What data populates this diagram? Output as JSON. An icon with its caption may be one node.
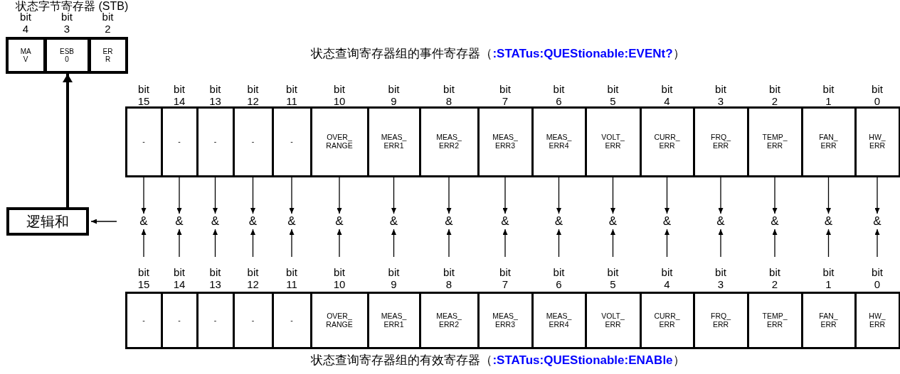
{
  "diagram": {
    "title": "状态字节寄存器 (STB)",
    "nodes": [
      {
        "text": [
          "MA V"
        ],
        "beside": [
          "bit 4"
        ]
      },
      {
        "text": [
          "ESB 0"
        ],
        "beside": [
          "bit 3"
        ]
      },
      {
        "text": [
          "ER R"
        ],
        "beside": [
          "bit 2"
        ]
      },
      {
        "text": [
          "-"
        ],
        "beside": [
          "bit 15"
        ]
      },
      {
        "text": [
          "-"
        ],
        "beside": [
          "bit 14"
        ]
      },
      {
        "text": [
          "-"
        ],
        "beside": [
          "bit 13"
        ]
      },
      {
        "text": [
          "-"
        ],
        "beside": [
          "bit 12"
        ]
      },
      {
        "text": [
          "-"
        ],
        "beside": [
          "bit 11"
        ]
      },
      {
        "text": [
          "OVER_ RANGE"
        ],
        "beside": [
          "bit 10"
        ]
      },
      {
        "text": [
          "MEAS_ ERR1"
        ],
        "beside": [
          "bit 9"
        ]
      },
      {
        "text": [
          "MEAS_ ERR2"
        ],
        "beside": [
          "bit 8"
        ]
      },
      {
        "text": [
          "MEAS_ ERR3"
        ],
        "beside": [
          "bit 7"
        ]
      },
      {
        "text": [
          "MEAS_ ERR4"
        ],
        "beside": [
          "bit 6"
        ]
      },
      {
        "text": [
          "VOLT_ ERR"
        ],
        "beside": [
          "bit 5"
        ]
      },
      {
        "text": [
          "CURR_ ERR"
        ],
        "beside": [
          "bit 4"
        ]
      },
      {
        "text": [
          "FRQ_ ERR"
        ],
        "beside": [
          "bit 3"
        ]
      },
      {
        "text": [
          "TEMP_ ERR"
        ],
        "beside": [
          "bit 2"
        ]
      },
      {
        "text": [
          "FAN_ ERR"
        ],
        "beside": [
          "bit 1"
        ]
      },
      {
        "text": [
          "HW_ ERR"
        ],
        "beside": [
          "bit 0"
        ]
      },
      {
        "text": [
          "逻辑和"
        ]
      },
      {
        "text": [
          "&"
        ]
      },
      {
        "text": [
          "&"
        ]
      },
      {
        "text": [
          "&"
        ]
      },
      {
        "text": [
          "&"
        ]
      },
      {
        "text": [
          "&"
        ]
      },
      {
        "text": [
          "&"
        ]
      },
      {
        "text": [
          "&"
        ]
      },
      {
        "text": [
          "&"
        ]
      },
      {
        "text": [
          "&"
        ]
      },
      {
        "text": [
          "&"
        ]
      },
      {
        "text": [
          "&"
        ]
      },
      {
        "text": [
          "&"
        ]
      },
      {
        "text": [
          "&"
        ]
      },
      {
        "text": [
          "&"
        ]
      },
      {
        "text": [
          "&"
        ]
      },
      {
        "text": [
          "&"
        ]
      },
      {
        "text": [
          "-"
        ],
        "beside": [
          "bit 15"
        ]
      },
      {
        "text": [
          "-"
        ],
        "beside": [
          "bit 14"
        ]
      },
      {
        "text": [
          "-"
        ],
        "beside": [
          "bit 13"
        ]
      },
      {
        "text": [
          "-"
        ],
        "beside": [
          "bit 12"
        ]
      },
      {
        "text": [
          "-"
        ],
        "beside": [
          "bit 11"
        ]
      },
      {
        "text": [
          "OVER_ RANGE"
        ],
        "beside": [
          "bit 10"
        ]
      },
      {
        "text": [
          "MEAS_ ERR1"
        ],
        "beside": [
          "bit 9"
        ]
      },
      {
        "text": [
          "MEAS_ ERR2"
        ],
        "beside": [
          "bit 8"
        ]
      },
      {
        "text": [
          "MEAS_ ERR3"
        ],
        "beside": [
          "bit 7"
        ]
      },
      {
        "text": [
          "MEAS_ ERR4"
        ],
        "beside": [
          "bit 6"
        ]
      },
      {
        "text": [
          "VOLT_ ERR"
        ],
        "beside": [
          "bit 5"
        ]
      },
      {
        "text": [
          "CURR_ ERR"
        ],
        "beside": [
          "bit 4"
        ]
      },
      {
        "text": [
          "FRQ_ ERR"
        ],
        "beside": [
          "bit 3"
        ]
      },
      {
        "text": [
          "TEMP_ ERR"
        ],
        "beside": [
          "bit 2"
        ]
      },
      {
        "text": [
          "FAN_ ERR"
        ],
        "beside": [
          "bit 1"
        ]
      },
      {
        "text": [
          "HW_ ERR"
        ],
        "beside": [
          "bit 0"
        ]
      }
    ],
    "edges": [
      {
        "from": 3,
        "to": 20,
        "arrow": "to"
      },
      {
        "from": 4,
        "to": 21,
        "arrow": "to"
      },
      {
        "from": 5,
        "to": 22,
        "arrow": "to"
      },
      {
        "from": 6,
        "to": 23,
        "arrow": "to"
      },
      {
        "from": 7,
        "to": 24,
        "arrow": "to"
      },
      {
        "from": 8,
        "to": 25,
        "arrow": "to"
      },
      {
        "from": 9,
        "to": 26,
        "arrow": "to"
      },
      {
        "from": 10,
        "to": 27,
        "arrow": "to"
      },
      {
        "from": 11,
        "to": 28,
        "arrow": "to"
      },
      {
        "from": 12,
        "to": 29,
        "arrow": "to"
      },
      {
        "from": 13,
        "to": 30,
        "arrow": "to"
      },
      {
        "from": 14,
        "to": 31,
        "arrow": "to"
      },
      {
        "from": 15,
        "to": 32,
        "arrow": "to"
      },
      {
        "from": 16,
        "to": 33,
        "arrow": "to"
      },
      {
        "from": 17,
        "to": 34,
        "arrow": "to"
      },
      {
        "from": 18,
        "to": 35,
        "arrow": "to"
      },
      {
        "from": 36,
        "to": 20,
        "arrow": "to"
      },
      {
        "from": 37,
        "to": 21,
        "arrow": "to"
      },
      {
        "from": 38,
        "to": 22,
        "arrow": "to"
      },
      {
        "from": 39,
        "to": 23,
        "arrow": "to"
      },
      {
        "from": 40,
        "to": 24,
        "arrow": "to"
      },
      {
        "from": 41,
        "to": 25,
        "arrow": "to"
      },
      {
        "from": 42,
        "to": 26,
        "arrow": "to"
      },
      {
        "from": 43,
        "to": 27,
        "arrow": "to"
      },
      {
        "from": 44,
        "to": 28,
        "arrow": "to"
      },
      {
        "from": 45,
        "to": 29,
        "arrow": "to"
      },
      {
        "from": 46,
        "to": 30,
        "arrow": "to"
      },
      {
        "from": 47,
        "to": 31,
        "arrow": "to"
      },
      {
        "from": 48,
        "to": 32,
        "arrow": "to"
      },
      {
        "from": 49,
        "to": 33,
        "arrow": "to"
      },
      {
        "from": 50,
        "to": 34,
        "arrow": "to"
      },
      {
        "from": 51,
        "to": 35,
        "arrow": "to"
      },
      {
        "from": null,
        "to": 19,
        "arrow": "to"
      },
      {
        "from": 19,
        "to": 1,
        "arrow": "to",
        "style": "thick"
      }
    ],
    "labels": [
      "状态查询寄存器组的事件寄存器（**:STATus:QUEStionable:EVENt?**）",
      "状态查询寄存器组的有效寄存器（**:STATus:QUEStionable:ENABle**）"
    ]
  }
}
